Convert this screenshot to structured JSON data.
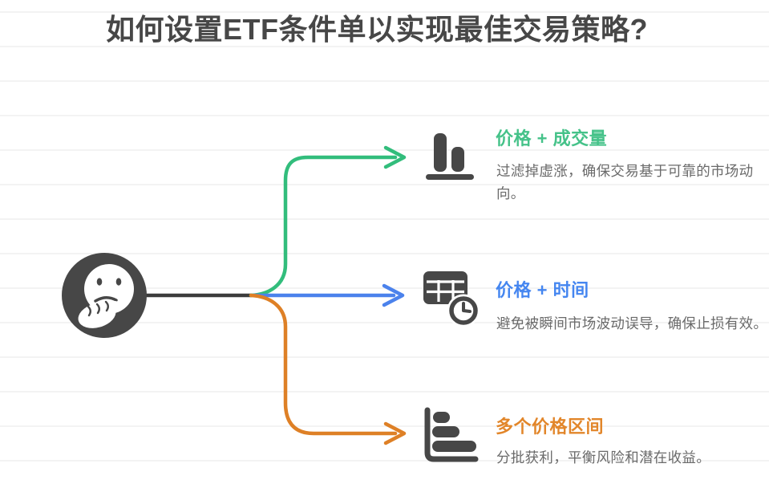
{
  "title": "如何设置ETF条件单以实现最佳交易策略?",
  "root_node": {
    "icon": "thinking-face-icon"
  },
  "colors": {
    "title_text": "#474747",
    "stem_line": "#3c3c3c",
    "icon_dark": "#474747",
    "description_text": "#6a6a6a",
    "green": "#45c289",
    "green_line": "#32bd7c",
    "blue": "#4586f0",
    "blue_line": "#4b82ec",
    "orange": "#e2862a",
    "orange_line": "#de8026",
    "background_rule_line": "#f3f3f3"
  },
  "branches": [
    {
      "id": "price-volume",
      "icon": "bar-chart-icon",
      "color": "#45c289",
      "heading": "价格 + 成交量",
      "description": "过滤掉虚涨，确保交易基于可靠的市场动\n向。"
    },
    {
      "id": "price-time",
      "icon": "table-clock-icon",
      "color": "#4586f0",
      "heading": "价格 + 时间",
      "description": "避免被瞬间市场波动误导，确保止损有效。"
    },
    {
      "id": "price-ranges",
      "icon": "horizontal-bar-chart-icon",
      "color": "#e2862a",
      "heading": "多个价格区间",
      "description": "分批获利，平衡风险和潜在收益。"
    }
  ]
}
